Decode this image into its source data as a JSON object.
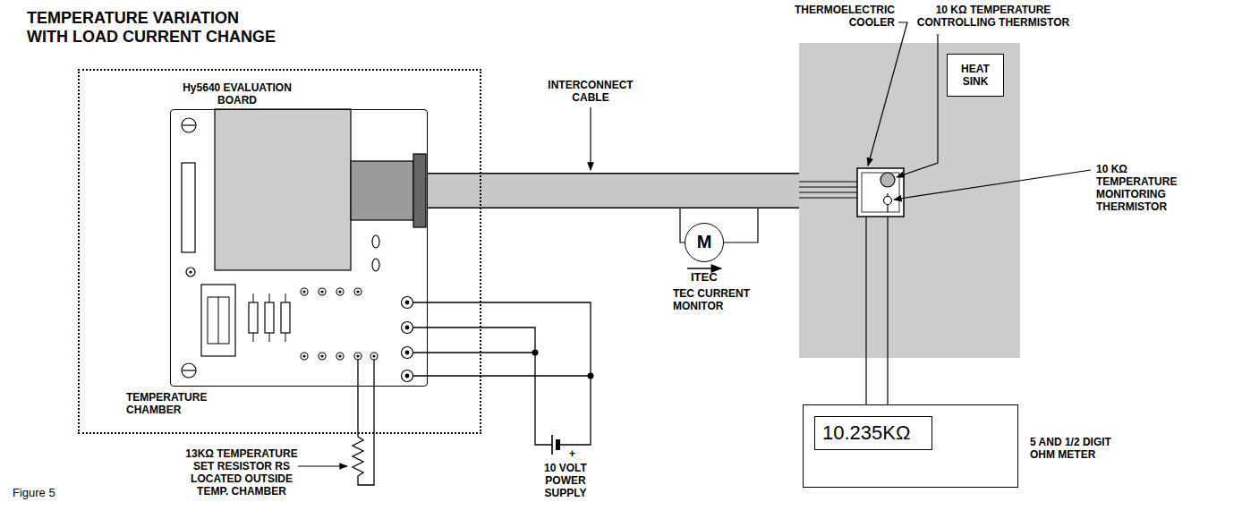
{
  "diagram": {
    "title": "TEMPERATURE VARIATION WITH LOAD CURRENT CHANGE",
    "caption": "Figure 5",
    "nodes": [
      {
        "text": [
          "TEMPERATURE CHAMBER"
        ]
      },
      {
        "text": [
          "Hy5640 EVALUATION BOARD"
        ],
        "in": 0
      },
      {
        "text": [
          "HEAT SINK"
        ]
      },
      {
        "text": [
          "M"
        ]
      },
      {
        "text": [
          "10.235KΩ",
          "5 AND 1/2 DIGIT OHM METER"
        ]
      }
    ],
    "edges": [
      {
        "from": 1,
        "to": 2,
        "arrow": "none"
      },
      {
        "from": 2,
        "to": 4,
        "arrow": "none"
      }
    ],
    "labels": [
      "INTERCONNECT CABLE",
      "THERMOELECTRIC COOLER",
      "10 KΩ TEMPERATURE CONTROLLING THERMISTOR",
      "10 KΩ TEMPERATURE MONITORING THERMISTOR",
      "ITEC",
      "TEC CURRENT MONITOR",
      "13KΩ TEMPERATURE SET RESISTOR RS LOCATED OUTSIDE TEMP. CHAMBER",
      "10 VOLT POWER SUPPLY",
      "+"
    ]
  }
}
